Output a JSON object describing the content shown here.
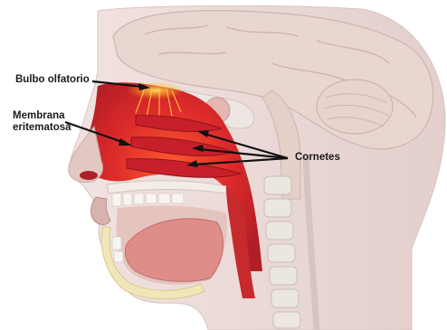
{
  "labels": {
    "bulbo": "Bulbo olfatorio",
    "membrana_line1": "Membrana",
    "membrana_line2": "eritematosa",
    "cornetes": "Cornetes"
  },
  "colors": {
    "inflamed": "#d8262c",
    "skin": "#ead7d5",
    "brain": "#e8d2cc",
    "bone": "#e9e3dd",
    "arrow": "#111111"
  }
}
